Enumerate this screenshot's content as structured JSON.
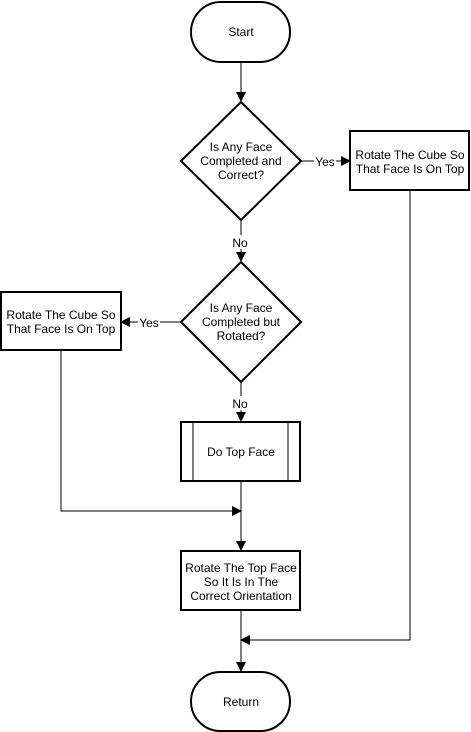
{
  "nodes": {
    "start": {
      "label": "Start"
    },
    "decision_correct": {
      "lines": [
        "Is Any Face",
        "Completed and",
        "Correct?"
      ]
    },
    "rotate_right": {
      "lines": [
        "Rotate The Cube So",
        "That Face Is On Top"
      ]
    },
    "decision_rotated": {
      "lines": [
        "Is Any Face",
        "Completed but",
        "Rotated?"
      ]
    },
    "rotate_left": {
      "lines": [
        "Rotate The Cube So",
        "That Face Is On Top"
      ]
    },
    "do_top_face": {
      "label": "Do Top Face"
    },
    "rotate_top_face": {
      "lines": [
        "Rotate The Top Face",
        "So It Is In The",
        "Correct Orientation"
      ]
    },
    "return": {
      "label": "Return"
    }
  },
  "edges": {
    "yes_right": "Yes",
    "no_first": "No",
    "yes_left": "Yes",
    "no_second": "No"
  },
  "colors": {
    "stroke": "#000000",
    "fill": "#ffffff"
  }
}
